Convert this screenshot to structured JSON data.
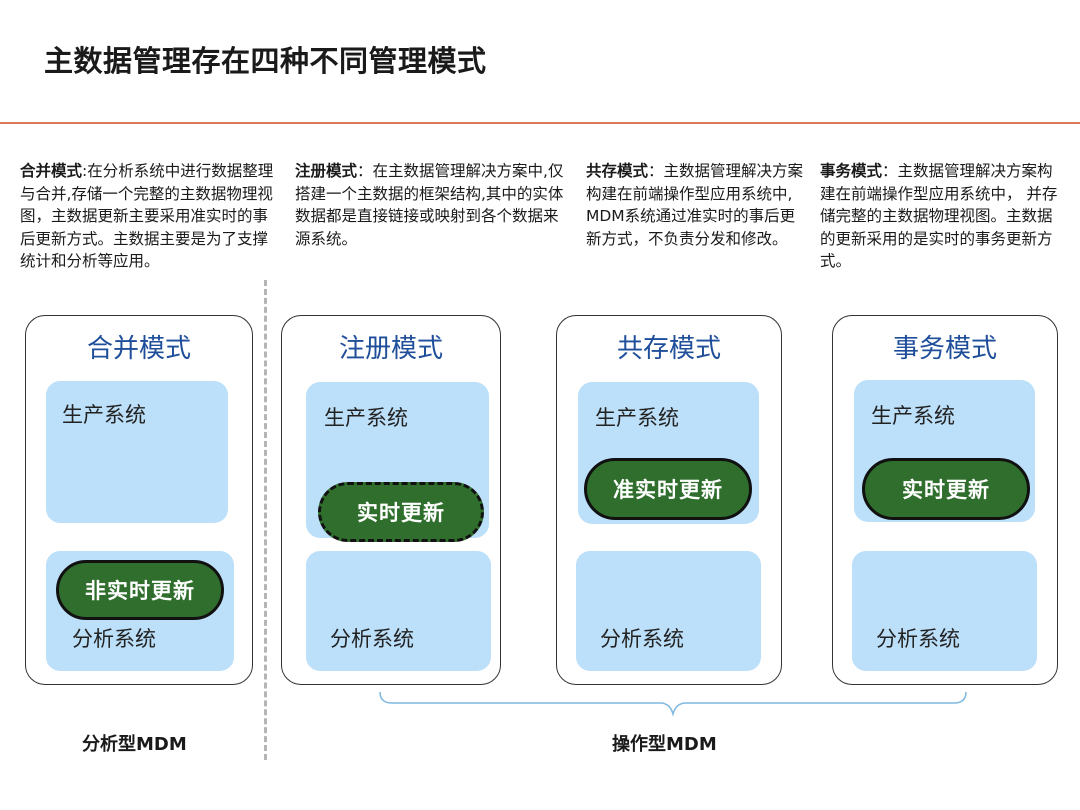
{
  "title": "主数据管理存在四种不同管理模式",
  "descriptions": [
    {
      "keyword": "合并模式",
      "text": ":在分析系统中进行数据整理与合并,存储一个完整的主数据物理视图，主数据更新主要采用准实时的事后更新方式。主数据主要是为了支撑统计和分析等应用。"
    },
    {
      "keyword": "注册模式",
      "text": "：在主数据管理解决方案中,仅搭建一个主数据的框架结构,其中的实体数据都是直接链接或映射到各个数据来源系统。"
    },
    {
      "keyword": "共存模式",
      "text": "：主数据管理解决方案构建在前端操作型应用系统中, MDM系统通过准实时的事后更新方式，不负责分发和修改。"
    },
    {
      "keyword": "事务模式",
      "text": "：主数据管理解决方案构建在前端操作型应用系统中， 并存储完整的主数据物理视图。主数据的更新采用的是实时的事务更新方式。"
    }
  ],
  "cards": [
    {
      "title": "合并模式",
      "production": "生产系统",
      "analysis": "分析系统",
      "update": "非实时更新"
    },
    {
      "title": "注册模式",
      "production": "生产系统",
      "analysis": "分析系统",
      "update": "实时更新"
    },
    {
      "title": "共存模式",
      "production": "生产系统",
      "analysis": "分析系统",
      "update": "准实时更新"
    },
    {
      "title": "事务模式",
      "production": "生产系统",
      "analysis": "分析系统",
      "update": "实时更新"
    }
  ],
  "footer": {
    "analytical": "分析型MDM",
    "operational": "操作型MDM"
  },
  "colors": {
    "title_rule": "#d9795a",
    "card_title": "#1f4e9a",
    "system_box": "#bde0fa",
    "pill_fill": "#2f6e2c",
    "brace": "#7fb8e0"
  }
}
